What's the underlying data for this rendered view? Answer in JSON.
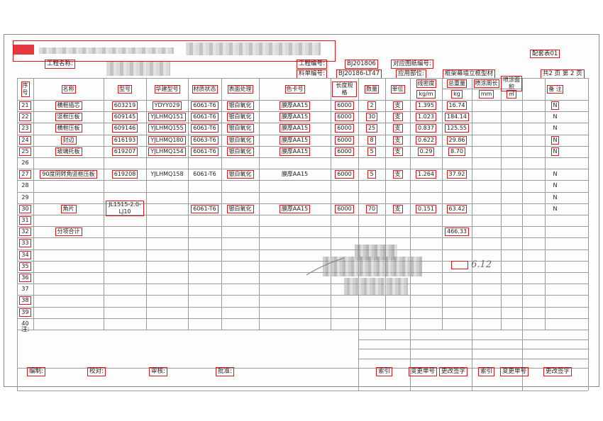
{
  "header": {
    "set_label": "配套表01",
    "project_name_label": "工程名称:",
    "project_no_label": "工程编号:",
    "project_no": "BJ201806",
    "drawing_no_label": "对应图纸编号:",
    "material_no_label": "料单编号:",
    "material_no": "BJ20186-LT47",
    "application_label": "应用部位:",
    "application_value": "框架幕墙立框型材",
    "page_info": "共2 页 第 2 页"
  },
  "columns": {
    "seq": "序号",
    "name": "名称",
    "model": "型号",
    "hj_model": "华建型号",
    "material": "材质状态",
    "surface": "表面处理",
    "color": "色卡号",
    "length": "长度规格",
    "qty": "数量",
    "unit": "单位",
    "density": "线密度",
    "density_unit": "kg/m",
    "weight": "总重量",
    "weight_unit": "kg",
    "paint_perimeter": "喷涂周长",
    "paint_perimeter_unit": "mm",
    "paint_area": "喷涂面积",
    "paint_area_unit": "㎡",
    "remark": "备 注"
  },
  "rows": [
    {
      "no": "21",
      "name": "横框插芯",
      "model": "603219",
      "hj": "YDYY029",
      "mat": "6061-T6",
      "surf": "银白氧化",
      "color": "膜厚AA15",
      "len": "6000",
      "qty": "2",
      "unit": "支",
      "dens": "1.395",
      "wt": "16.74",
      "rem": "N"
    },
    {
      "no": "22",
      "name": "竖框压板",
      "model": "609145",
      "hj": "YJLHMQ151",
      "mat": "6061-T6",
      "surf": "银白氧化",
      "color": "膜厚AA15",
      "len": "6000",
      "qty": "30",
      "unit": "支",
      "dens": "1.023",
      "wt": "184.14",
      "rem": "N"
    },
    {
      "no": "23",
      "name": "横框压板",
      "model": "609146",
      "hj": "YJLHMQ155",
      "mat": "6061-T6",
      "surf": "银白氧化",
      "color": "膜厚AA15",
      "len": "6000",
      "qty": "25",
      "unit": "支",
      "dens": "0.837",
      "wt": "125.55",
      "rem": "N"
    },
    {
      "no": "24",
      "name": "封边",
      "model": "616193",
      "hj": "YJLHMQ180",
      "mat": "6063-T6",
      "surf": "银白氧化",
      "color": "膜厚AA15",
      "len": "6000",
      "qty": "8",
      "unit": "支",
      "dens": "0.622",
      "wt": "29.86",
      "rem": "N"
    },
    {
      "no": "25",
      "name": "玻璃托板",
      "model": "619207",
      "hj": "YJLHMQ154",
      "mat": "6061-T6",
      "surf": "银白氧化",
      "color": "膜厚AA15",
      "len": "6000",
      "qty": "5",
      "unit": "支",
      "dens": "0.29",
      "wt": "8.70",
      "rem": "N"
    },
    {
      "no": "26"
    },
    {
      "no": "27",
      "name": "90度阴转角竖框压板",
      "model": "619208",
      "hj": "YJLHMQ158",
      "mat": "6061-T6",
      "surf": "银白氧化",
      "color": "膜厚AA15",
      "len": "6000",
      "qty": "5",
      "unit": "支",
      "dens": "1.264",
      "wt": "37.92",
      "rem": "N"
    },
    {
      "no": "28",
      "rem": "N"
    },
    {
      "no": "29",
      "rem": "N"
    },
    {
      "no": "30",
      "name": "角片",
      "model": "JL1515-2.0-LJ10",
      "mat": "6061-T6",
      "surf": "银白氧化",
      "color": "膜厚AA15",
      "len": "6000",
      "qty": "70",
      "unit": "支",
      "dens": "0.151",
      "wt": "63.42",
      "rem": "N"
    },
    {
      "no": "31"
    },
    {
      "no": "32",
      "name": "分项合计",
      "wt": "466.33"
    },
    {
      "no": "33"
    },
    {
      "no": "34"
    },
    {
      "no": "35"
    },
    {
      "no": "36"
    },
    {
      "no": "37"
    },
    {
      "no": "38"
    },
    {
      "no": "39"
    },
    {
      "no": "40"
    }
  ],
  "note_label": "注:",
  "footer": {
    "editor": "编制:",
    "checker": "校对:",
    "reviewer": "审核:",
    "approver": "批准:",
    "index1": "索引",
    "change_no1": "变更单号",
    "change_sign1": "更改签字",
    "index2": "索引",
    "change_no2": "变更单号",
    "change_sign2": "更改签字"
  },
  "handwritten_date": "6.12",
  "colors": {
    "annotation": "#e0141b",
    "grid": "#9a9a9a",
    "paper": "#fdfdfd"
  }
}
